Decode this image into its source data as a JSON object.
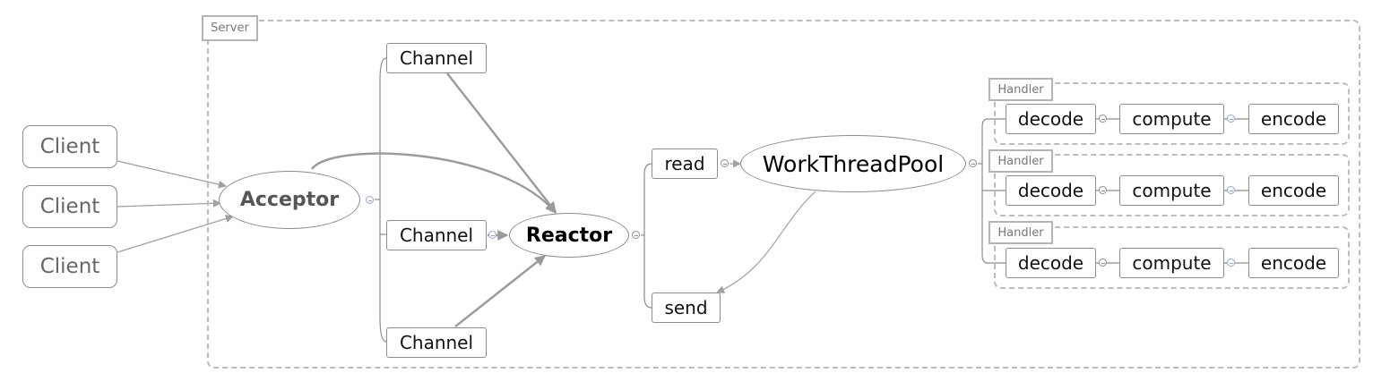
{
  "server": {
    "label": "Server"
  },
  "clients": [
    {
      "label": "Client"
    },
    {
      "label": "Client"
    },
    {
      "label": "Client"
    }
  ],
  "acceptor": {
    "label": "Acceptor"
  },
  "channels": [
    {
      "label": "Channel"
    },
    {
      "label": "Channel"
    },
    {
      "label": "Channel"
    }
  ],
  "reactor": {
    "label": "Reactor"
  },
  "read": {
    "label": "read"
  },
  "send": {
    "label": "send"
  },
  "pool": {
    "label": "WorkThreadPool"
  },
  "handlers": [
    {
      "label": "Handler",
      "steps": [
        "decode",
        "compute",
        "encode"
      ]
    },
    {
      "label": "Handler",
      "steps": [
        "decode",
        "compute",
        "encode"
      ]
    },
    {
      "label": "Handler",
      "steps": [
        "decode",
        "compute",
        "encode"
      ]
    }
  ]
}
